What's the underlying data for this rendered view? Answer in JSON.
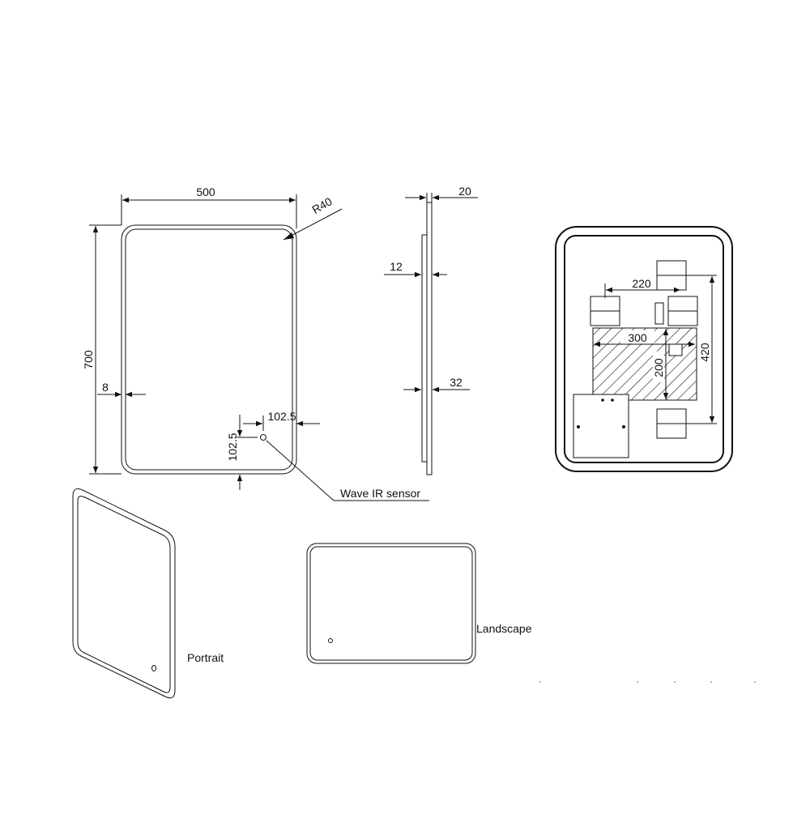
{
  "dimensions": {
    "width": "500",
    "height": "700",
    "radius": "R40",
    "frame": "8",
    "sensor_x": "102.5",
    "sensor_y": "102.5",
    "depth_total": "20",
    "depth_frame": "12",
    "depth_side": "32"
  },
  "back_view": {
    "bracket_spacing": "220",
    "box_width": "300",
    "box_height": "200",
    "bracket_height": "420"
  },
  "labels": {
    "sensor": "Wave IR sensor",
    "portrait": "Portrait",
    "landscape": "Landscape"
  },
  "colors": {
    "line": "#111111",
    "background": "#ffffff"
  }
}
